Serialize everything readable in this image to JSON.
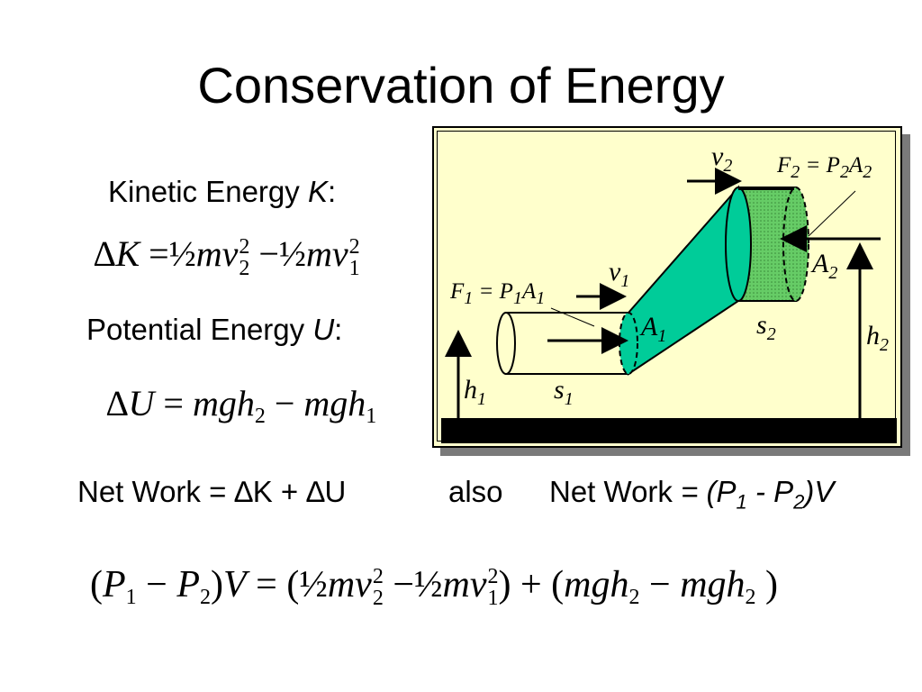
{
  "title": "Conservation of Energy",
  "kinetic_label": "Kinetic Energy",
  "kinetic_symbol": "K",
  "potential_label": "Potential Energy",
  "potential_symbol": "U",
  "colon": ":",
  "net_work_left": "Net Work = ∆K + ∆U",
  "also": "also",
  "net_work_right_prefix": "Net Work",
  "net_work_right_eq": "= (P",
  "net_work_right_mid": " - P",
  "net_work_right_end": ")V",
  "sub1": "1",
  "sub2": "2",
  "diagram": {
    "v2": "v",
    "v1": "v",
    "A2": "A",
    "A1": "A",
    "s2": "s",
    "s1": "s",
    "h2": "h",
    "h1": "h",
    "F2": "F",
    "F2_eq": " = P",
    "F2_A": "A",
    "F1": "F",
    "F1_eq": " = P",
    "F1_A": "A",
    "colors": {
      "panel": "#ffffcc",
      "tube_wide": "#00cc99",
      "cylinder_end": "#66cc66",
      "ground": "#000000"
    }
  }
}
